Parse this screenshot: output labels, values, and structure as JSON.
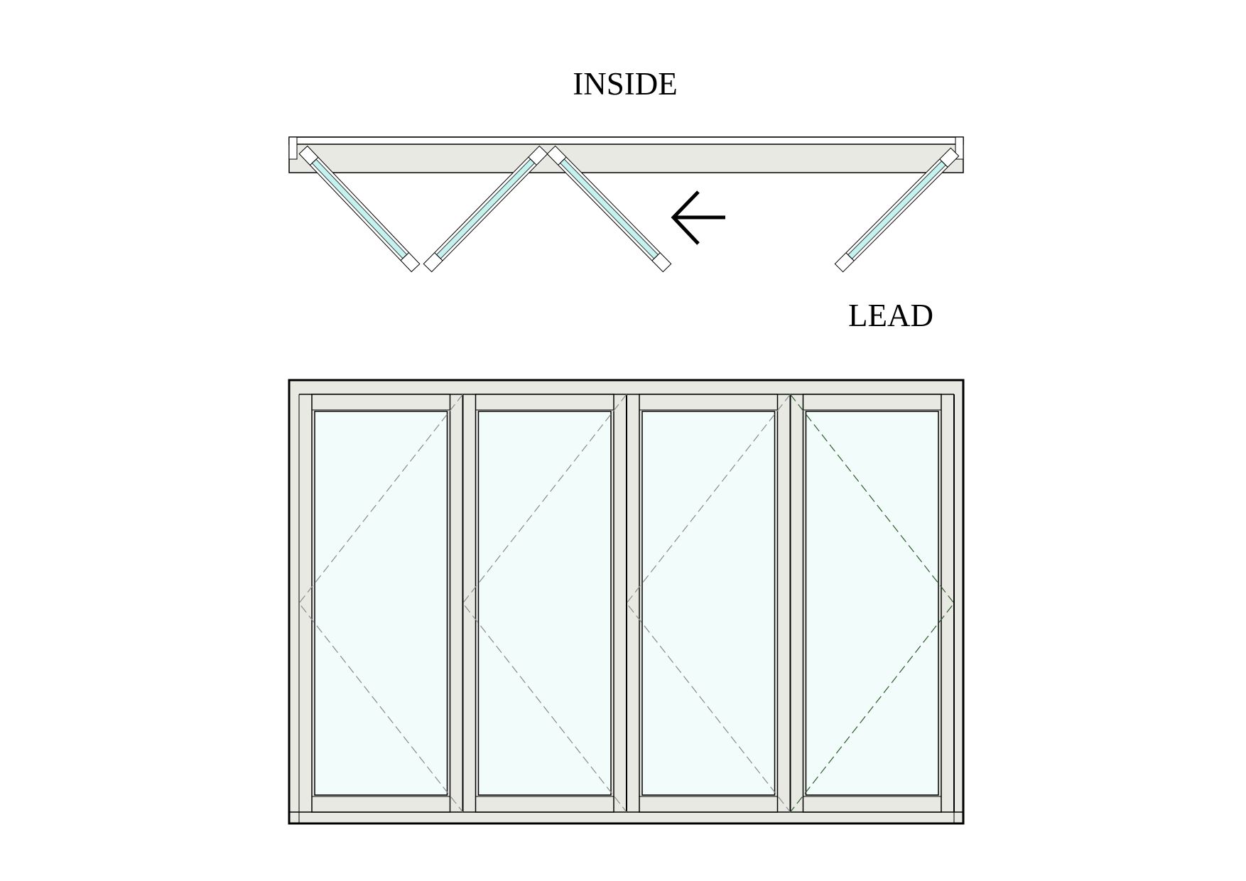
{
  "labels": {
    "inside": "INSIDE",
    "lead": "LEAD"
  },
  "plan_view": {
    "panel_count": 4,
    "direction_arrow": "arrow-left-icon"
  },
  "elevation": {
    "panel_count": 4,
    "hinge_lines": [
      "left",
      "left",
      "left",
      "right"
    ]
  },
  "colors": {
    "frame_fill": "#e9e9e4",
    "glass_fill": "#f2fcfa",
    "glass_plan_fill": "#c4f2ee",
    "outline": "#000000",
    "hinge_line": "#8a8a8a",
    "lead_hinge_line": "#2e5a2e"
  }
}
